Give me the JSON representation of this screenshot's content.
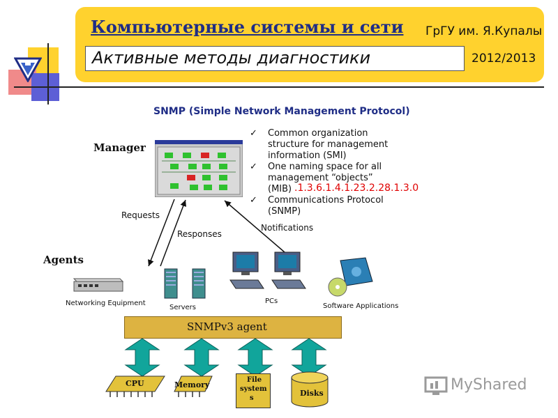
{
  "header": {
    "title": "Компьютерные системы и сети",
    "university": "ГрГУ им. Я.Купалы",
    "subtitle": "Активные методы диагностики",
    "year": "2012/2013"
  },
  "diagram": {
    "title": "SNMP (Simple Network Management Protocol)",
    "manager_label": "Manager",
    "agents_label": "Agents",
    "features": [
      "Common organization",
      "structure for management",
      "information (SMI)",
      "One naming space for all",
      "management “objects”",
      "(MIB)",
      "Communications Protocol",
      "(SNMP)"
    ],
    "oid": ".1.3.6.1.4.1.23.2.28.1.3.0",
    "requests_label": "Requests",
    "responses_label": "Responses",
    "notifications_label": "Notifications",
    "devices": {
      "networking": "Networking Equipment",
      "servers": "Servers",
      "pcs": "PCs",
      "software": "Software Applications"
    },
    "agent_bar": "SNMPv3 agent",
    "resources": {
      "cpu": "CPU",
      "memory": "Memory",
      "file_line1": "File",
      "file_line2": "system",
      "file_line3": "s",
      "disks": "Disks"
    }
  },
  "watermark": "MyShared",
  "colors": {
    "header_bg": "#ffd22e",
    "title_blue": "#1f2d86",
    "oid_red": "#e00000",
    "agent_bar": "#ddb341",
    "arrow_teal": "#11a59b",
    "chip": "#e3c23a"
  }
}
